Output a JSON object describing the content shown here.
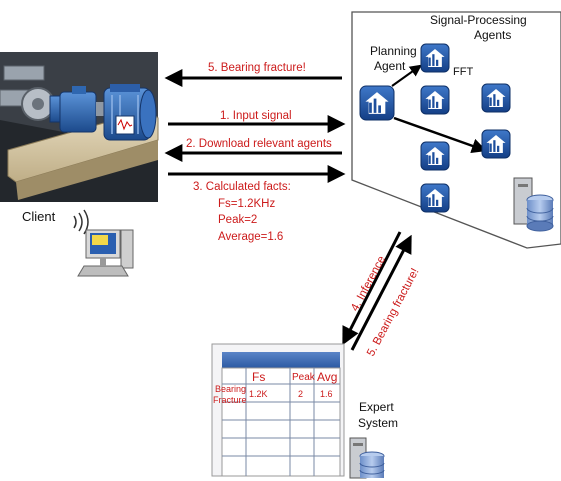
{
  "client": {
    "label": "Client"
  },
  "cloud": {
    "planning_label_line1": "Planning",
    "planning_label_line2": "Agent",
    "sp_label_line1": "Signal-Processing",
    "sp_label_line2": "Agents",
    "fft_label": "FFT"
  },
  "messages": {
    "m5_top": "5. Bearing fracture!",
    "m1": "1. Input signal",
    "m2": "2. Download relevant agents",
    "m3_title": "3. Calculated facts:",
    "m3_fs": "Fs=1.2KHz",
    "m3_peak": "Peak=2",
    "m3_avg": "Average=1.6",
    "m4_inference": "4. Inference",
    "m5_diag": "5. Bearing fracture!"
  },
  "expert": {
    "label_line1": "Expert",
    "label_line2": "System",
    "table": {
      "headers": [
        "Fs",
        "Peak",
        "Avg"
      ],
      "row_label_line1": "Bearing",
      "row_label_line2": "Fracture",
      "row_values": [
        "1.2K",
        "2",
        "1.6"
      ]
    }
  },
  "colors": {
    "agent_blue": "#1d4e9c",
    "message_red": "#cc1b1b",
    "machine_blue": "#2f67b0"
  }
}
